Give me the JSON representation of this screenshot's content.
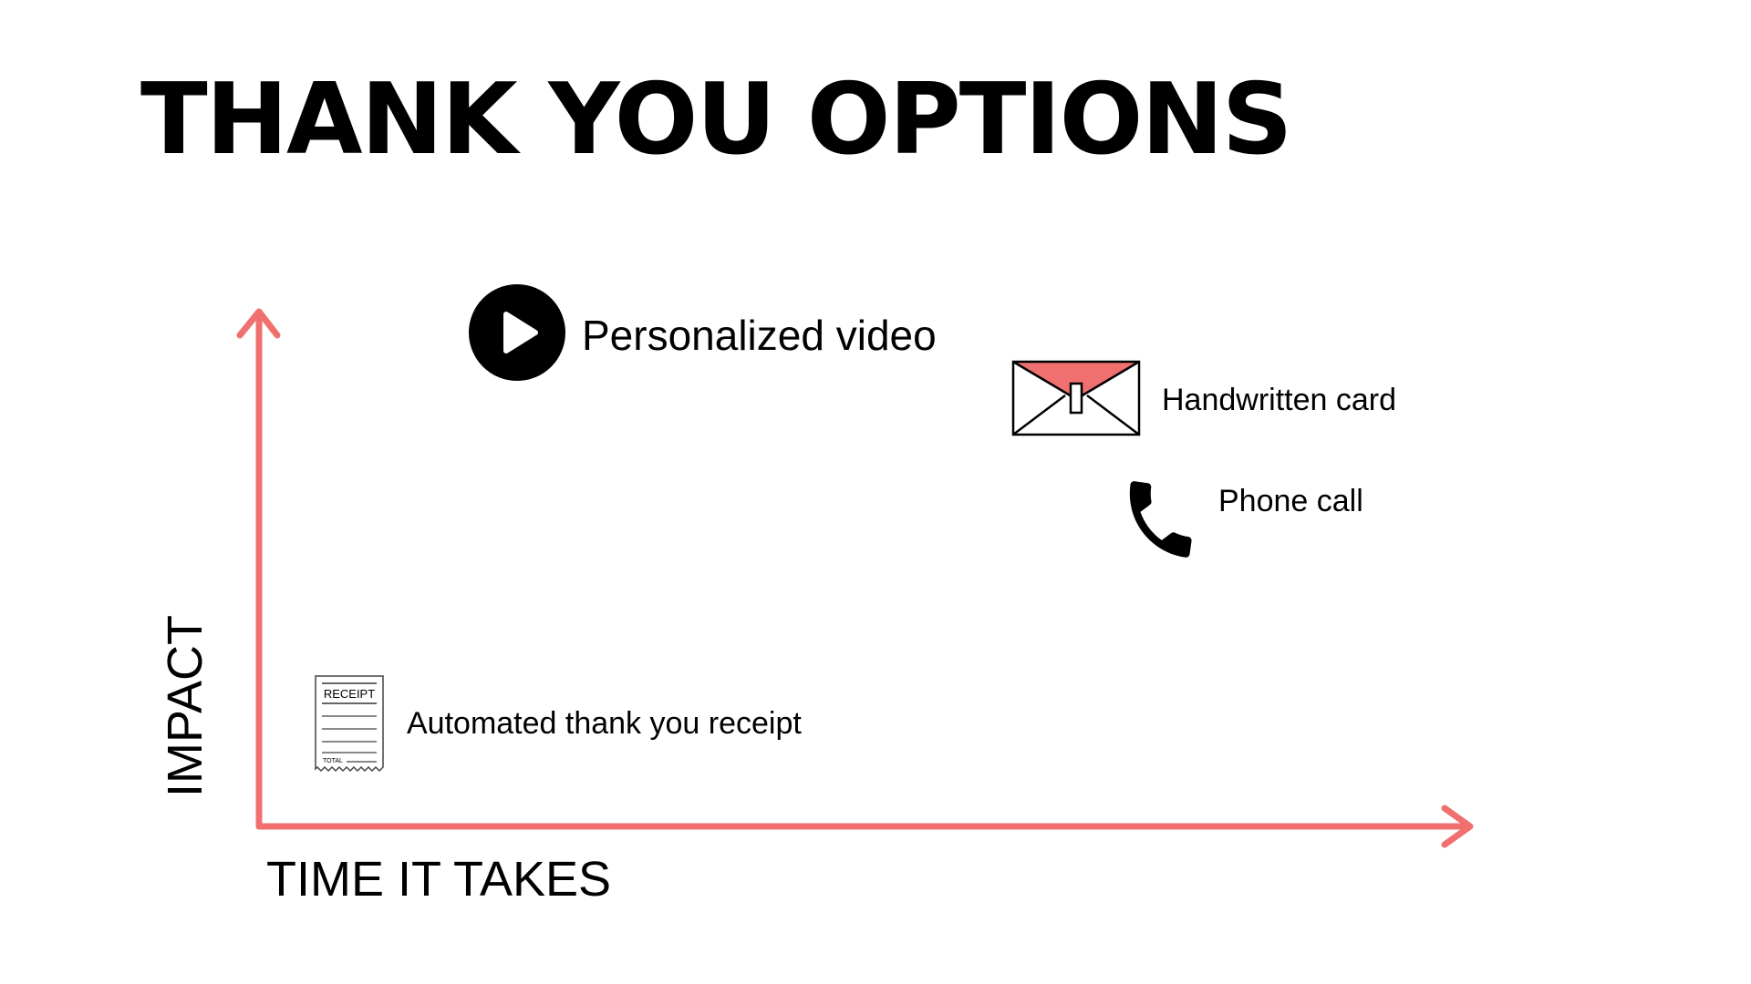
{
  "title": "THANK YOU OPTIONS",
  "axes": {
    "x_label": "TIME IT TAKES",
    "y_label": "IMPACT",
    "color": "#f07070"
  },
  "items": {
    "video": {
      "label": "Personalized video",
      "icon": "play-circle-icon"
    },
    "card": {
      "label": "Handwritten card",
      "icon": "envelope-icon"
    },
    "phone": {
      "label": "Phone call",
      "icon": "phone-icon"
    },
    "receipt": {
      "label": "Automated thank you receipt",
      "icon": "receipt-icon",
      "icon_title": "RECEIPT",
      "icon_total": "TOTAL"
    }
  },
  "colors": {
    "accent": "#f07070",
    "text": "#000000",
    "background": "#ffffff"
  }
}
